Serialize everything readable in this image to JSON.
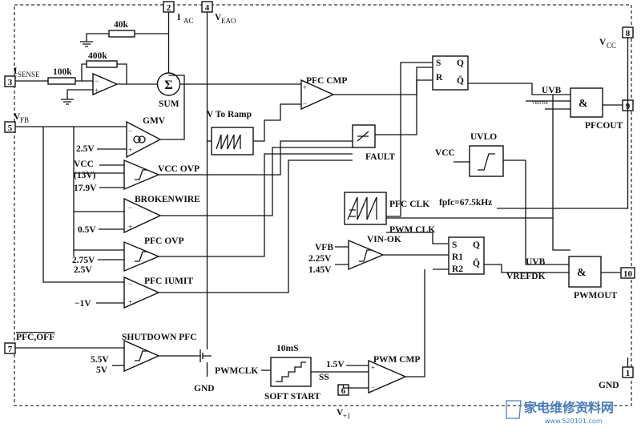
{
  "pins": {
    "p2": {
      "num": "2",
      "label": "I"
    },
    "p2_sub": "AC",
    "p4": {
      "num": "4",
      "label": "V"
    },
    "p4_sub": "EAO",
    "p8": {
      "num": "8",
      "label": "V"
    },
    "p8_sub": "CC",
    "p3": {
      "num": "3",
      "label": "I"
    },
    "p3_sub": "SENSE",
    "p5": {
      "num": "5",
      "label": "V"
    },
    "p5_sub": "FB",
    "p9": {
      "num": "9",
      "label": "PFCOUT"
    },
    "p10": {
      "num": "10",
      "label": "PWMOUT"
    },
    "p7": {
      "num": "7",
      "label": "PFC,OFF"
    },
    "p1": {
      "num": "1",
      "label": "GND"
    },
    "p6": {
      "num": "6",
      "label": "V"
    },
    "p6_sub": "+1"
  },
  "resistors": {
    "r40k": "40k",
    "r400k": "400k",
    "r100k": "100k"
  },
  "blocks": {
    "sum": "SUM",
    "sum_symbol": "Σ",
    "pfc_cmp": "PFC CMP",
    "v_to_ramp": "V To Ramp",
    "gmv": "GMV",
    "vcc_ovp": "VCC OVP",
    "brokenwire": "BROKENWIRE",
    "pfc_ovp": "PFC OVP",
    "pfc_ilimit": "PFC IUMIT",
    "shutdown_pfc": "SHUTDOWN PFC",
    "fault": "FAULT",
    "uvlo": "UVLO",
    "uvlo_vcc": "VCC",
    "pfc_clk": "PFC CLK",
    "pwm_clk": "PWM CLK",
    "fpfc": "fpfc=67.5kHz",
    "vin_ok": "VIN-OK",
    "pwm_cmp": "PWM CMP",
    "soft_start": "SOFT START",
    "soft_time": "10mS",
    "pwmclk_in": "PWMCLK",
    "ss": "SS",
    "gnd_internal": "GND",
    "uvb1": "UVB",
    "uvb2": "UVB",
    "vrefdk1": "VREFDK",
    "vrefdk2": "VREFDK",
    "and_symbol": "&",
    "flipflop": {
      "s": "S",
      "r": "R",
      "q": "Q",
      "qbar": "Q̄",
      "r1": "R1",
      "r2": "R2"
    }
  },
  "refs": {
    "gmv_ref": "2.5V",
    "vcc_in": "VCC",
    "vcc_13": "(13V)",
    "vcc_ovp_ref": "17.9V",
    "broken_ref": "0.5V",
    "ovp_hi": "2.75V",
    "ovp_lo": "2.5V",
    "ilimit_ref": "−1V",
    "sd_hi": "5.5V",
    "sd_lo": "5V",
    "vfb_in": "VFB",
    "vin_hi": "2.25V",
    "vin_lo": "1.45V",
    "pwm_ref": "1.5V"
  },
  "watermark": "家电维修资料网",
  "watermark_url": "www.520101.com"
}
